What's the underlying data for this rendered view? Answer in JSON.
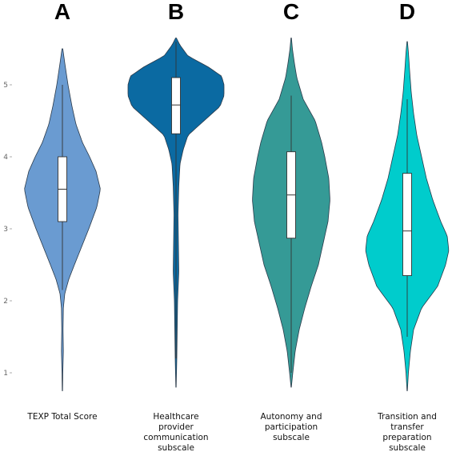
{
  "chart_data": {
    "type": "violin",
    "panels": [
      "A",
      "B",
      "C",
      "D"
    ],
    "categories": [
      "TEXP Total Score",
      "Healthcare provider communication subscale",
      "Autonomy and participation subscale",
      "Transition and transfer preparation subscale"
    ],
    "category_lines": [
      [
        "TEXP Total Score"
      ],
      [
        "Healthcare",
        "provider",
        "communication",
        "subscale"
      ],
      [
        "Autonomy and",
        "participation",
        "subscale"
      ],
      [
        "Transition and",
        "transfer",
        "preparation",
        "subscale"
      ]
    ],
    "y_ticks": [
      1,
      2,
      3,
      4,
      5
    ],
    "ylim": [
      0.7,
      5.7
    ],
    "series": [
      {
        "color": "#6a9bd1",
        "range": [
          0.75,
          5.5
        ],
        "box": {
          "q1": 3.1,
          "median": 3.55,
          "q3": 4.0,
          "whisker_low": 2.15,
          "whisker_high": 5.0
        },
        "density": [
          [
            0.75,
            0.2
          ],
          [
            1.0,
            0.5
          ],
          [
            1.3,
            1.2
          ],
          [
            1.6,
            0.8
          ],
          [
            1.9,
            1.2
          ],
          [
            2.1,
            3.0
          ],
          [
            2.3,
            8.0
          ],
          [
            2.5,
            15.0
          ],
          [
            2.75,
            24.0
          ],
          [
            3.0,
            33.0
          ],
          [
            3.3,
            43.0
          ],
          [
            3.55,
            47.5
          ],
          [
            3.8,
            42.0
          ],
          [
            4.0,
            34.0
          ],
          [
            4.2,
            25.0
          ],
          [
            4.45,
            17.0
          ],
          [
            4.7,
            12.0
          ],
          [
            5.0,
            7.0
          ],
          [
            5.3,
            3.0
          ],
          [
            5.5,
            0.5
          ]
        ]
      },
      {
        "color": "#0b6aa2",
        "range": [
          0.8,
          5.65
        ],
        "box": {
          "q1": 4.32,
          "median": 4.72,
          "q3": 5.1,
          "whisker_low": 1.2,
          "whisker_high": 5.6
        },
        "density": [
          [
            0.8,
            0.2
          ],
          [
            1.2,
            1.0
          ],
          [
            1.6,
            1.5
          ],
          [
            2.0,
            2.0
          ],
          [
            2.4,
            3.5
          ],
          [
            2.8,
            3.0
          ],
          [
            3.2,
            2.5
          ],
          [
            3.6,
            3.5
          ],
          [
            3.9,
            5.0
          ],
          [
            4.1,
            9.0
          ],
          [
            4.3,
            15.0
          ],
          [
            4.5,
            35.0
          ],
          [
            4.7,
            55.0
          ],
          [
            4.85,
            60.0
          ],
          [
            5.0,
            60.0
          ],
          [
            5.12,
            57.0
          ],
          [
            5.25,
            40.0
          ],
          [
            5.4,
            15.0
          ],
          [
            5.55,
            5.0
          ],
          [
            5.65,
            0.5
          ]
        ]
      },
      {
        "color": "#359a96",
        "range": [
          0.8,
          5.65
        ],
        "box": {
          "q1": 2.87,
          "median": 3.47,
          "q3": 4.07,
          "whisker_low": 1.0,
          "whisker_high": 4.85
        },
        "density": [
          [
            0.8,
            0.2
          ],
          [
            1.0,
            2.0
          ],
          [
            1.3,
            5.0
          ],
          [
            1.6,
            10.0
          ],
          [
            1.9,
            17.0
          ],
          [
            2.2,
            25.0
          ],
          [
            2.5,
            34.0
          ],
          [
            2.8,
            40.0
          ],
          [
            3.1,
            46.0
          ],
          [
            3.4,
            48.5
          ],
          [
            3.7,
            47.0
          ],
          [
            4.0,
            42.0
          ],
          [
            4.2,
            38.0
          ],
          [
            4.5,
            30.0
          ],
          [
            4.8,
            15.0
          ],
          [
            5.1,
            7.0
          ],
          [
            5.3,
            4.0
          ],
          [
            5.5,
            1.5
          ],
          [
            5.65,
            0.3
          ]
        ]
      },
      {
        "color": "#00cccc",
        "range": [
          0.75,
          5.6
        ],
        "box": {
          "q1": 2.35,
          "median": 2.97,
          "q3": 3.77,
          "whisker_low": 1.5,
          "whisker_high": 4.8
        },
        "density": [
          [
            0.75,
            0.2
          ],
          [
            1.0,
            1.5
          ],
          [
            1.3,
            4.0
          ],
          [
            1.6,
            8.0
          ],
          [
            1.9,
            18.0
          ],
          [
            2.2,
            38.0
          ],
          [
            2.5,
            48.0
          ],
          [
            2.7,
            52.0
          ],
          [
            2.9,
            50.0
          ],
          [
            3.1,
            42.0
          ],
          [
            3.4,
            32.0
          ],
          [
            3.7,
            24.0
          ],
          [
            4.0,
            18.0
          ],
          [
            4.3,
            12.0
          ],
          [
            4.6,
            8.0
          ],
          [
            4.9,
            5.0
          ],
          [
            5.2,
            3.0
          ],
          [
            5.45,
            1.5
          ],
          [
            5.6,
            0.3
          ]
        ]
      }
    ]
  }
}
